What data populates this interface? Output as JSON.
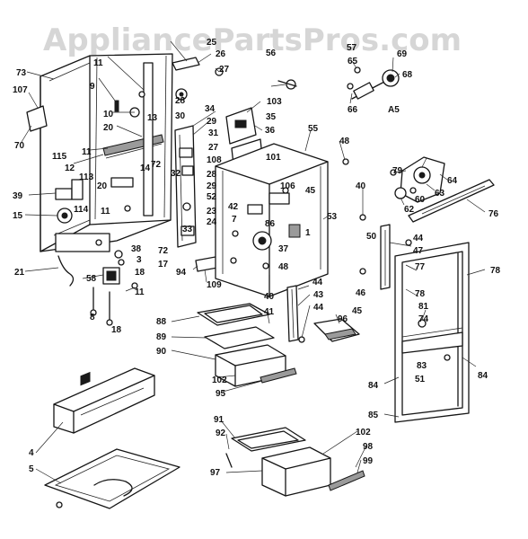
{
  "watermark": "AppliancePartsPros.com",
  "section_label": "A5",
  "part_labels": {
    "p1": "1",
    "p3": "3",
    "p4": "4",
    "p5": "5",
    "p7": "7",
    "p8": "8",
    "p9": "9",
    "p10": "10",
    "p11": "11",
    "p12": "12",
    "p13": "13",
    "p14": "14",
    "p15": "15",
    "p17": "17",
    "p18": "18",
    "p20": "20",
    "p21": "21",
    "p23": "23",
    "p24": "24",
    "p25": "25",
    "p26": "26",
    "p27": "27",
    "p28": "28",
    "p29": "29",
    "p30": "30",
    "p31": "31",
    "p32": "32",
    "p33": "33",
    "p34": "34",
    "p35": "35",
    "p36": "36",
    "p37": "37",
    "p38": "38",
    "p39": "39",
    "p40": "40",
    "p41": "41",
    "p42": "42",
    "p43": "43",
    "p44": "44",
    "p45": "45",
    "p46": "46",
    "p47": "47",
    "p48": "48",
    "p50": "50",
    "p51": "51",
    "p52": "52",
    "p53": "53",
    "p55": "55",
    "p56": "56",
    "p57": "57",
    "p58": "58",
    "p60": "60",
    "p62": "62",
    "p63": "63",
    "p64": "64",
    "p65": "65",
    "p66": "66",
    "p68": "68",
    "p69": "69",
    "p70": "70",
    "p72": "72",
    "p73": "73",
    "p74": "74",
    "p76": "76",
    "p77": "77",
    "p78": "78",
    "p79": "79",
    "p81": "81",
    "p83": "83",
    "p84": "84",
    "p85": "85",
    "p86": "86",
    "p88": "88",
    "p89": "89",
    "p90": "90",
    "p91": "91",
    "p92": "92",
    "p94": "94",
    "p95": "95",
    "p96": "96",
    "p97": "97",
    "p98": "98",
    "p99": "99",
    "p101": "101",
    "p102": "102",
    "p103": "103",
    "p106": "106",
    "p107": "107",
    "p108": "108",
    "p109": "109",
    "p113": "113",
    "p114": "114",
    "p115": "115"
  }
}
